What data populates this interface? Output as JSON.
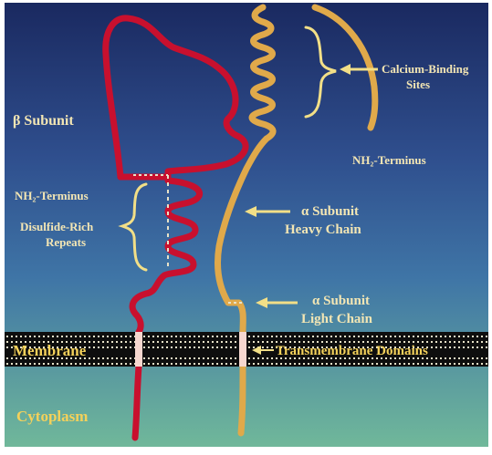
{
  "labels": {
    "beta_subunit": "β Subunit",
    "calcium_binding": "Calcium-Binding",
    "calcium_binding_2": "Sites",
    "nh2_terminus_alpha": "NH₂-Terminus",
    "nh2_terminus_beta": "NH₂-Terminus",
    "disulfide_rich": "Disulfide-Rich",
    "disulfide_rich_2": "Repeats",
    "alpha_heavy": "α Subunit",
    "alpha_heavy_2": "Heavy Chain",
    "alpha_light": "α Subunit",
    "alpha_light_2": "Light Chain",
    "membrane": "Membrane",
    "transmembrane": "Transmembrane Domains",
    "cytoplasm": "Cytoplasm"
  },
  "colors": {
    "beta_chain": "#c8102e",
    "alpha_chain": "#e0a94a",
    "bracket": "#f2df87",
    "arrow": "#f2df87",
    "sky_top": "#1b2a62",
    "sky_mid": "#3c6aa0",
    "sea_bottom": "#6fb59a",
    "membrane_dark": "#0d0d0d",
    "membrane_dot": "#e8e2c8"
  }
}
